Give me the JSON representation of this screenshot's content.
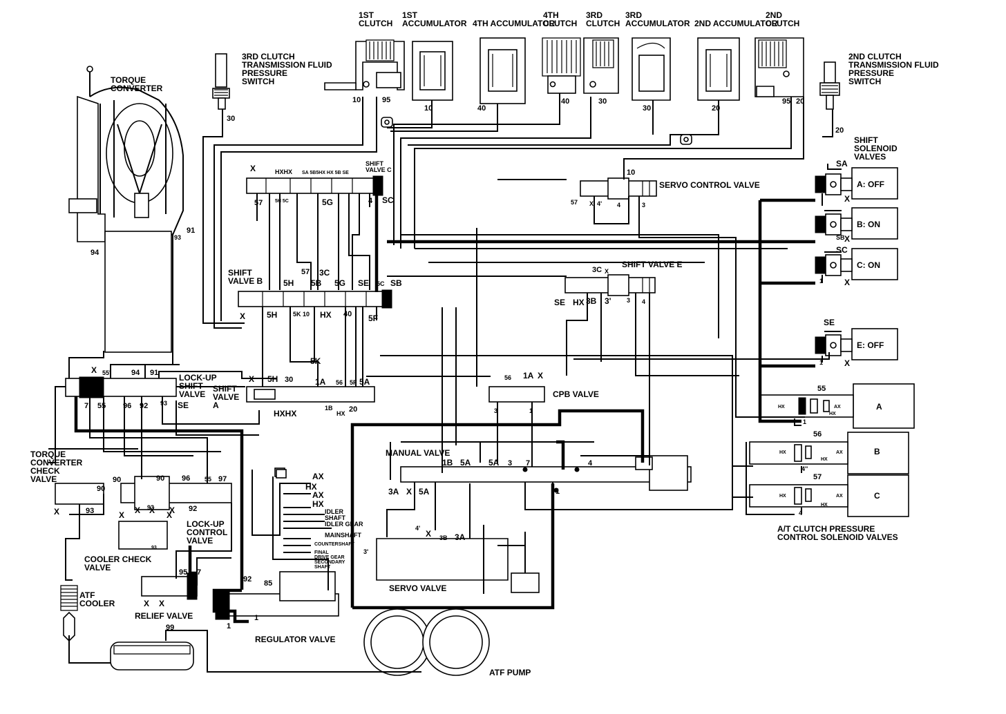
{
  "labels": {
    "c1": "1ST CLUTCH",
    "acc1": "1ST ACCUMULATOR",
    "acc4": "4TH ACCUMULATOR",
    "c4": "4TH CLUTCH",
    "c3": "3RD CLUTCH",
    "acc3": "3RD ACCUMULATOR",
    "acc2": "2ND ACCUMULATOR",
    "c2": "2ND CLUTCH",
    "psw3": "3RD CLUTCH TRANSMISSION FLUID PRESSURE SWITCH",
    "psw2": "2ND CLUTCH TRANSMISSION FLUID PRESSURE SWITCH",
    "tc": "TORQUE CONVERTER",
    "ssv": "SHIFT SOLENOID VALVES",
    "svA": "A: OFF",
    "svB": "B: ON",
    "svC": "C: ON",
    "svE": "E: OFF",
    "servo_ctrl": "SERVO CONTROL VALVE",
    "shift_c": "SHIFT VALVE C",
    "shift_b": "SHIFT VALVE B",
    "shift_e": "SHIFT VALVE E",
    "lockup_shift": "LOCK-UP SHIFT VALVE",
    "shift_a": "SHIFT VALVE A",
    "cpb": "CPB VALVE",
    "manual": "MANUAL VALVE",
    "tccv": "TORQUE CONVERTER CHECK VALVE",
    "lockup_ctrl": "LOCK-UP CONTROL VALVE",
    "cooler_check": "COOLER CHECK VALVE",
    "atf_cooler": "ATF COOLER",
    "relief": "RELIEF VALVE",
    "regulator": "REGULATOR VALVE",
    "servo": "SERVO VALVE",
    "atf_pump": "ATF PUMP",
    "atcpcsv": "A/T CLUTCH PRESSURE CONTROL SOLENOID VALVES",
    "idler": "IDLER SHAFT",
    "idler_gear": "IDLER GEAR",
    "mainshaft": "MAINSHAFT",
    "countershaft": "COUNTERSHAFT",
    "final": "FINAL DRIVE GEAR",
    "secondary": "SECONDARY SHAFT",
    "solA": "A",
    "solB": "B",
    "solC": "C"
  }
}
